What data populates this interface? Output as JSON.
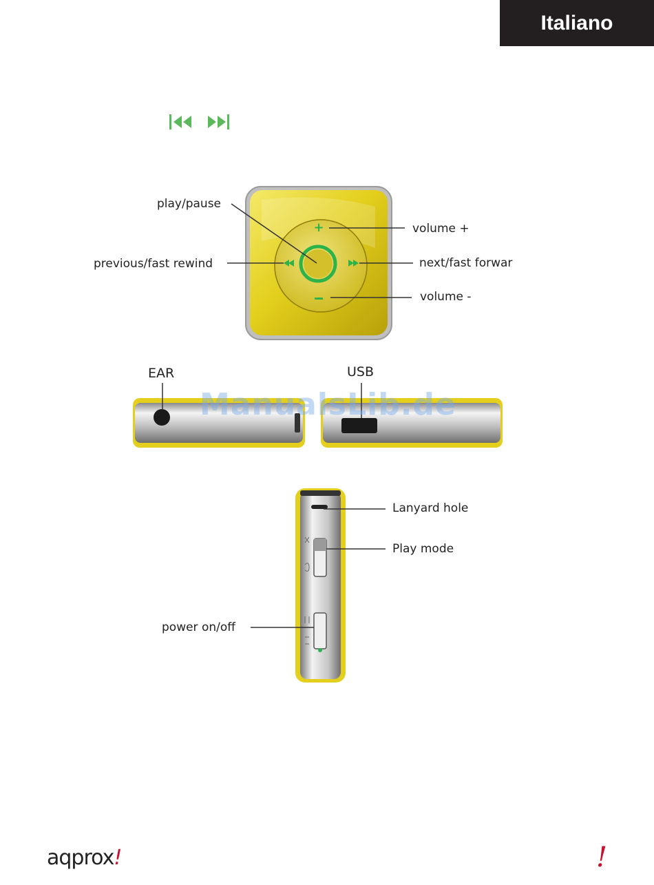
{
  "header": {
    "language_tab": "Italiano"
  },
  "front_view": {
    "labels": {
      "play_pause": "play/pause",
      "volume_up": "volume +",
      "previous": "previous/fast rewind",
      "next": "next/fast forwar",
      "volume_down": "volume -"
    },
    "button_marks": {
      "plus": "+",
      "minus": "–",
      "prev": "⏮",
      "next": "⏭"
    },
    "colors": {
      "body": "#e6d21e",
      "accent": "#2db34a"
    }
  },
  "side_view": {
    "labels": {
      "ear": "EAR",
      "usb": "USB"
    }
  },
  "edge_view": {
    "labels": {
      "lanyard": "Lanyard hole",
      "play_mode": "Play mode",
      "power": "power on/off"
    }
  },
  "watermark": "ManualsLib.de",
  "footer": {
    "brand": "aqprox",
    "brand_mark": "!",
    "right_mark": "!"
  }
}
